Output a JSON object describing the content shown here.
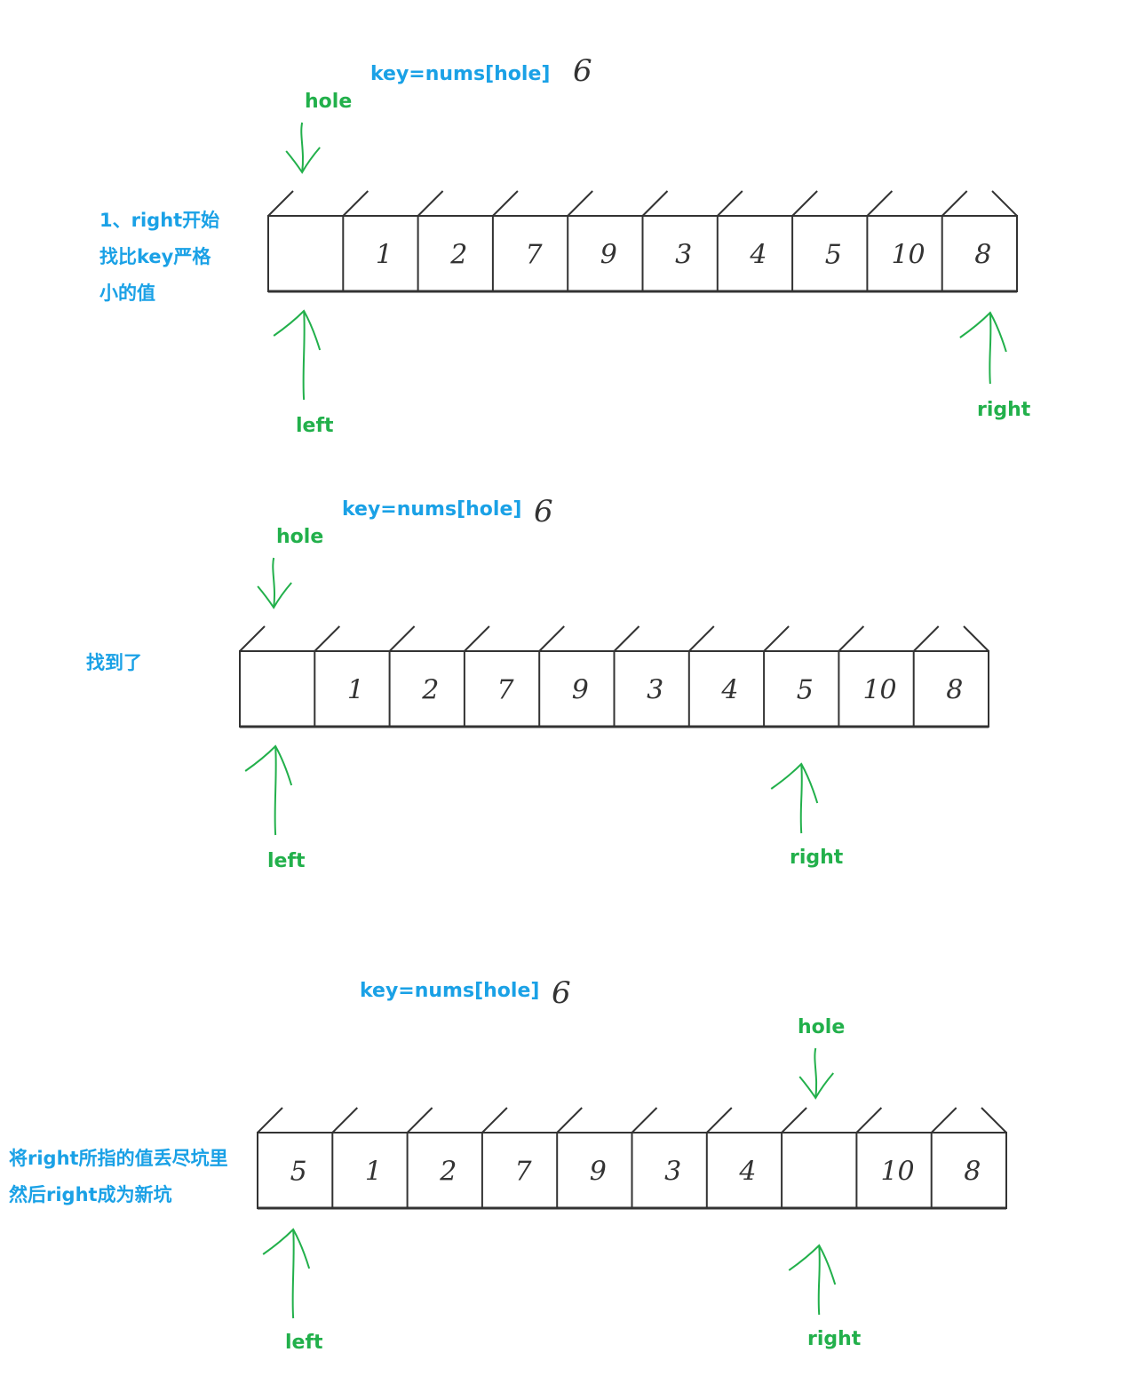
{
  "colors": {
    "blue": "#1aa1e6",
    "green": "#22b04b",
    "ink": "#333333"
  },
  "panels": [
    {
      "key_label": "key=nums[hole]",
      "key_value": "6",
      "description": "1、right开始\n找比key严格\n小的值",
      "cells": [
        "",
        "1",
        "2",
        "7",
        "9",
        "3",
        "4",
        "5",
        "10",
        "8"
      ],
      "hole_label": "hole",
      "hole_index": 0,
      "left_label": "left",
      "left_index": 0,
      "right_label": "right",
      "right_index": 9
    },
    {
      "key_label": "key=nums[hole]",
      "key_value": "6",
      "description": "找到了",
      "cells": [
        "",
        "1",
        "2",
        "7",
        "9",
        "3",
        "4",
        "5",
        "10",
        "8"
      ],
      "hole_label": "hole",
      "hole_index": 0,
      "left_label": "left",
      "left_index": 0,
      "right_label": "right",
      "right_index": 7
    },
    {
      "key_label": "key=nums[hole]",
      "key_value": "6",
      "description": "将right所指的值丢尽坑里\n然后right成为新坑",
      "cells": [
        "5",
        "1",
        "2",
        "7",
        "9",
        "3",
        "4",
        "",
        "10",
        "8"
      ],
      "hole_label": "hole",
      "hole_index": 7,
      "left_label": "left",
      "left_index": 0,
      "right_label": "right",
      "right_index": 7
    }
  ]
}
